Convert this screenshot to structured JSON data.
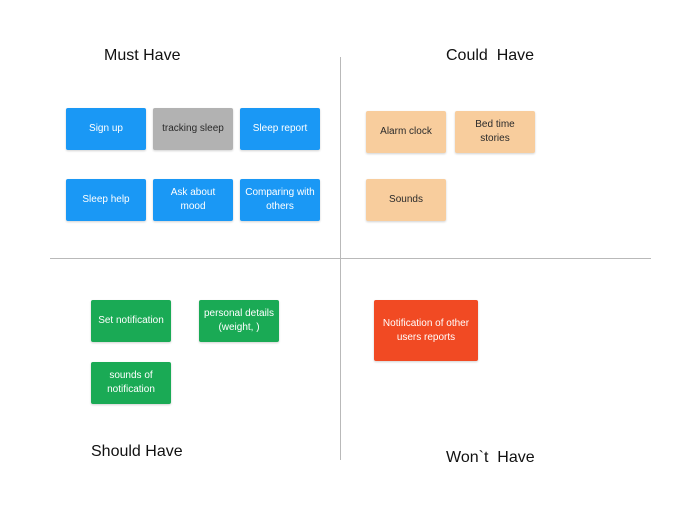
{
  "quadrants": {
    "must": {
      "title": "Must Have",
      "cards": [
        "Sign up",
        "tracking sleep",
        "Sleep report",
        "Sleep help",
        "Ask about mood",
        "Comparing with others"
      ]
    },
    "could": {
      "title": "Could  Have",
      "cards": [
        "Alarm clock",
        "Bed time stories",
        "Sounds"
      ]
    },
    "should": {
      "title": "Should Have",
      "cards": [
        "Set notification",
        "personal details (weight, )",
        "sounds of notification"
      ]
    },
    "wont": {
      "title": "Won`t  Have",
      "cards": [
        "Notification of other users reports"
      ]
    }
  },
  "colors": {
    "must": "#1a98f5",
    "must_highlight": "#b2b2b2",
    "could": "#f8cd9d",
    "should": "#1aaa55",
    "wont": "#f14a23"
  }
}
